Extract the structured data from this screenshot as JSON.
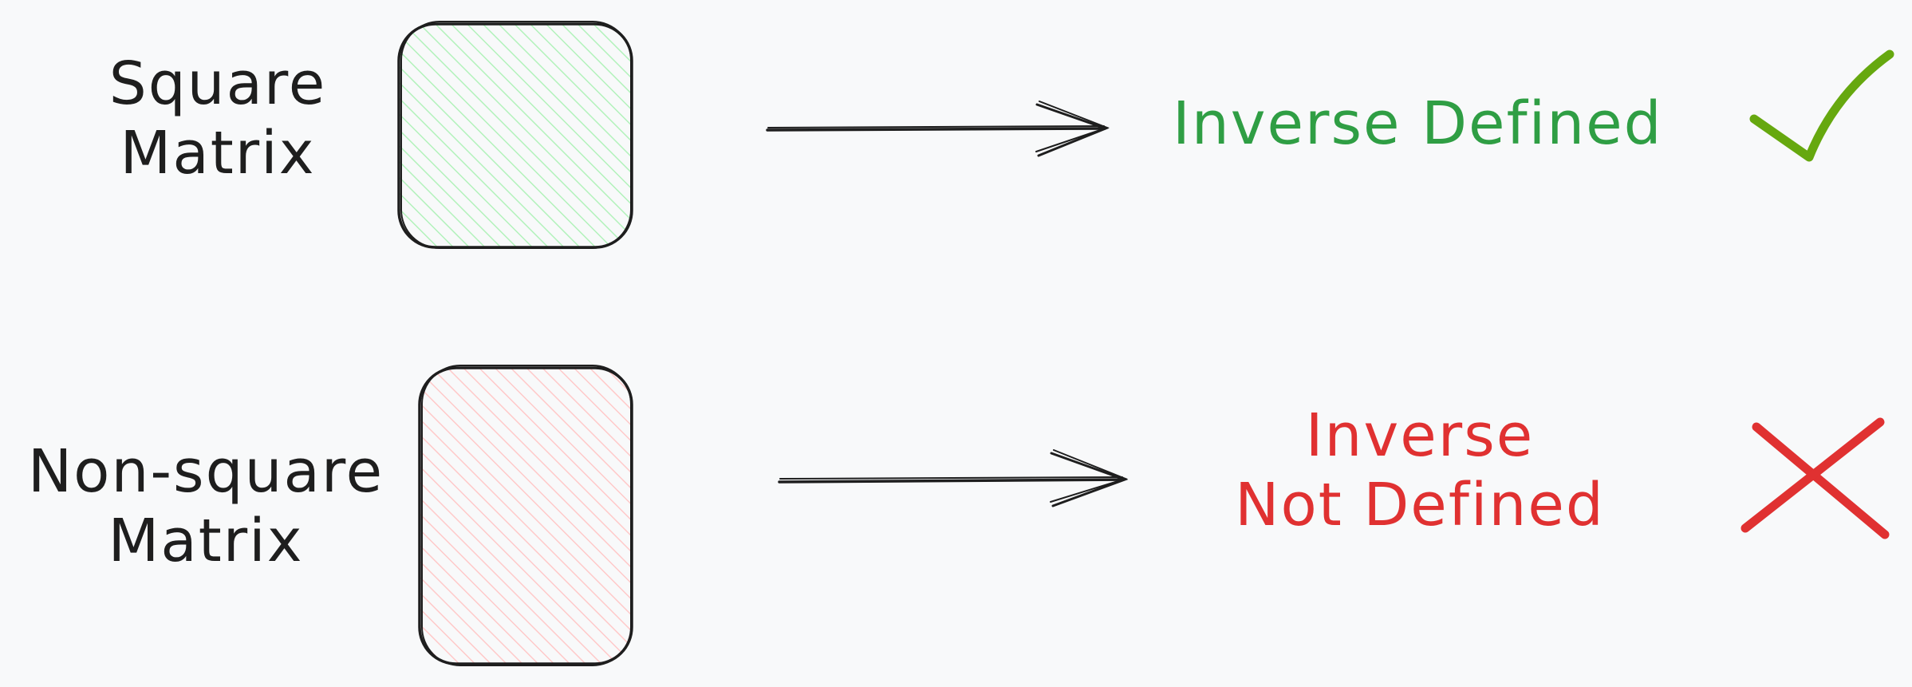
{
  "rows": [
    {
      "input_label_line1": "Square",
      "input_label_line2": "Matrix",
      "result_text": "Inverse Defined",
      "result_icon": "check-icon",
      "box_fill": "#b2f2bb",
      "result_color": "#2f9e44",
      "icon_color": "#66a80f"
    },
    {
      "input_label_line1": "Non-square",
      "input_label_line2": "Matrix",
      "result_line1": "Inverse",
      "result_line2": "Not Defined",
      "result_icon": "cross-icon",
      "box_fill": "#ffc9c9",
      "result_color": "#e03131",
      "icon_color": "#e03131"
    }
  ],
  "stroke_color": "#1e1e1e",
  "background": "#f8f9fa"
}
